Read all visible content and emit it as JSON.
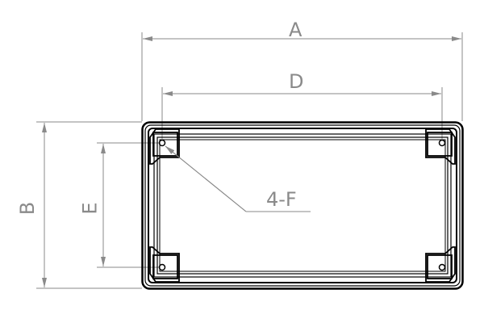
{
  "drawing": {
    "dimension_labels": {
      "overall_width": "A",
      "overall_height": "B",
      "hole_spacing_width": "D",
      "hole_spacing_height": "E",
      "hole_callout": "4-F"
    },
    "colors": {
      "outline": "#000000",
      "dimension": "#8a8a8a"
    }
  }
}
